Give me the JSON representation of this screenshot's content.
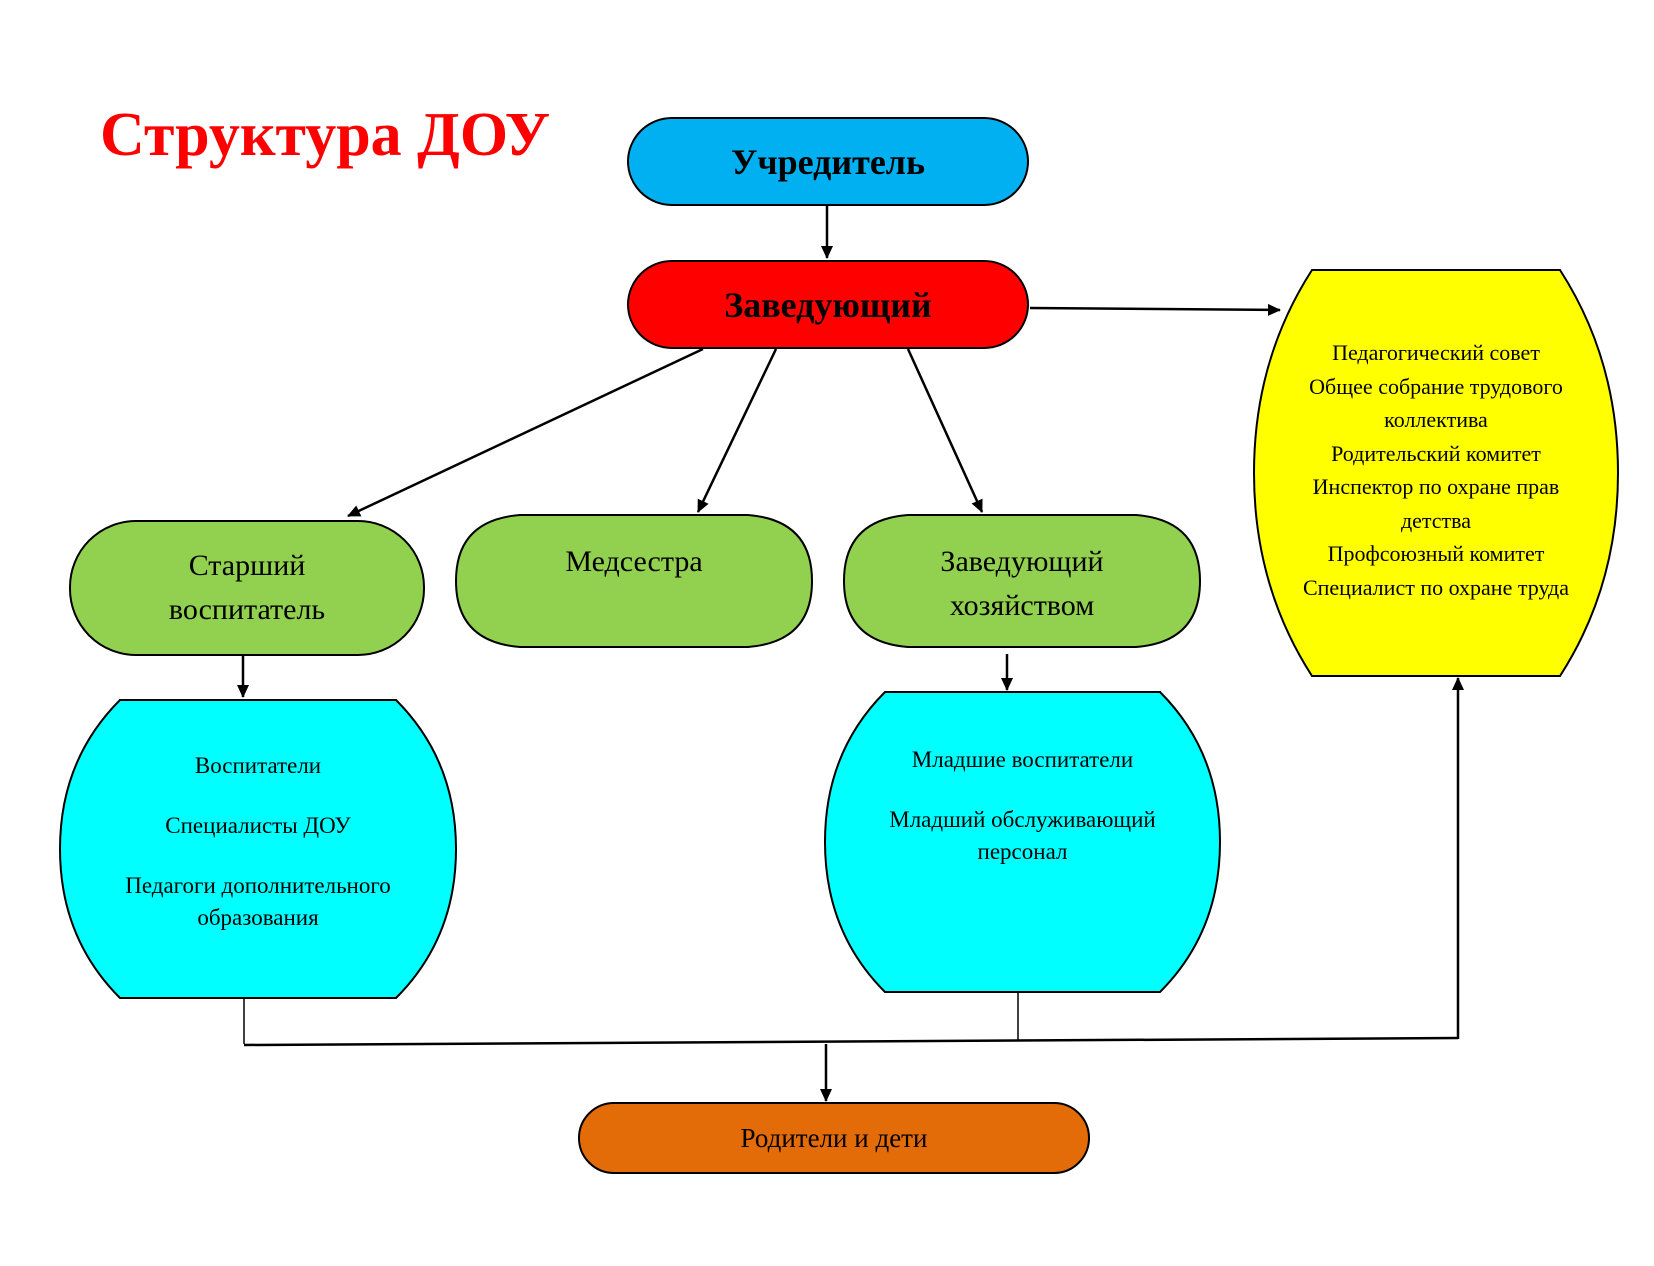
{
  "title": "Структура ДОУ",
  "colors": {
    "title": "#ff0000",
    "founder": "#00b0f0",
    "head": "#ff0000",
    "staff": "#92d050",
    "subordinates": "#00ffff",
    "councils": "#ffff00",
    "parents": "#e36c09",
    "stroke": "#000000"
  },
  "nodes": {
    "founder": {
      "label": "Учредитель"
    },
    "head": {
      "label": "Заведующий"
    },
    "senior_teacher": {
      "lines": [
        "Старший",
        "воспитатель"
      ]
    },
    "nurse": {
      "label": "Медсестра"
    },
    "household_manager": {
      "lines": [
        "Заведующий",
        "хозяйством"
      ]
    },
    "teachers_group": {
      "lines": [
        "Воспитатели",
        "Специалисты ДОУ",
        "Педагоги дополнительного",
        "образования"
      ]
    },
    "junior_staff_group": {
      "lines": [
        "Младшие воспитатели",
        "Младший обслуживающий",
        "персонал"
      ]
    },
    "councils": {
      "lines": [
        "Педагогический совет",
        "Общее собрание трудового",
        "коллектива",
        "Родительский комитет",
        "Инспектор по охране прав",
        "детства",
        "Профсоюзный комитет",
        "Специалист по охране труда"
      ]
    },
    "parents": {
      "label": "Родители и дети"
    }
  }
}
